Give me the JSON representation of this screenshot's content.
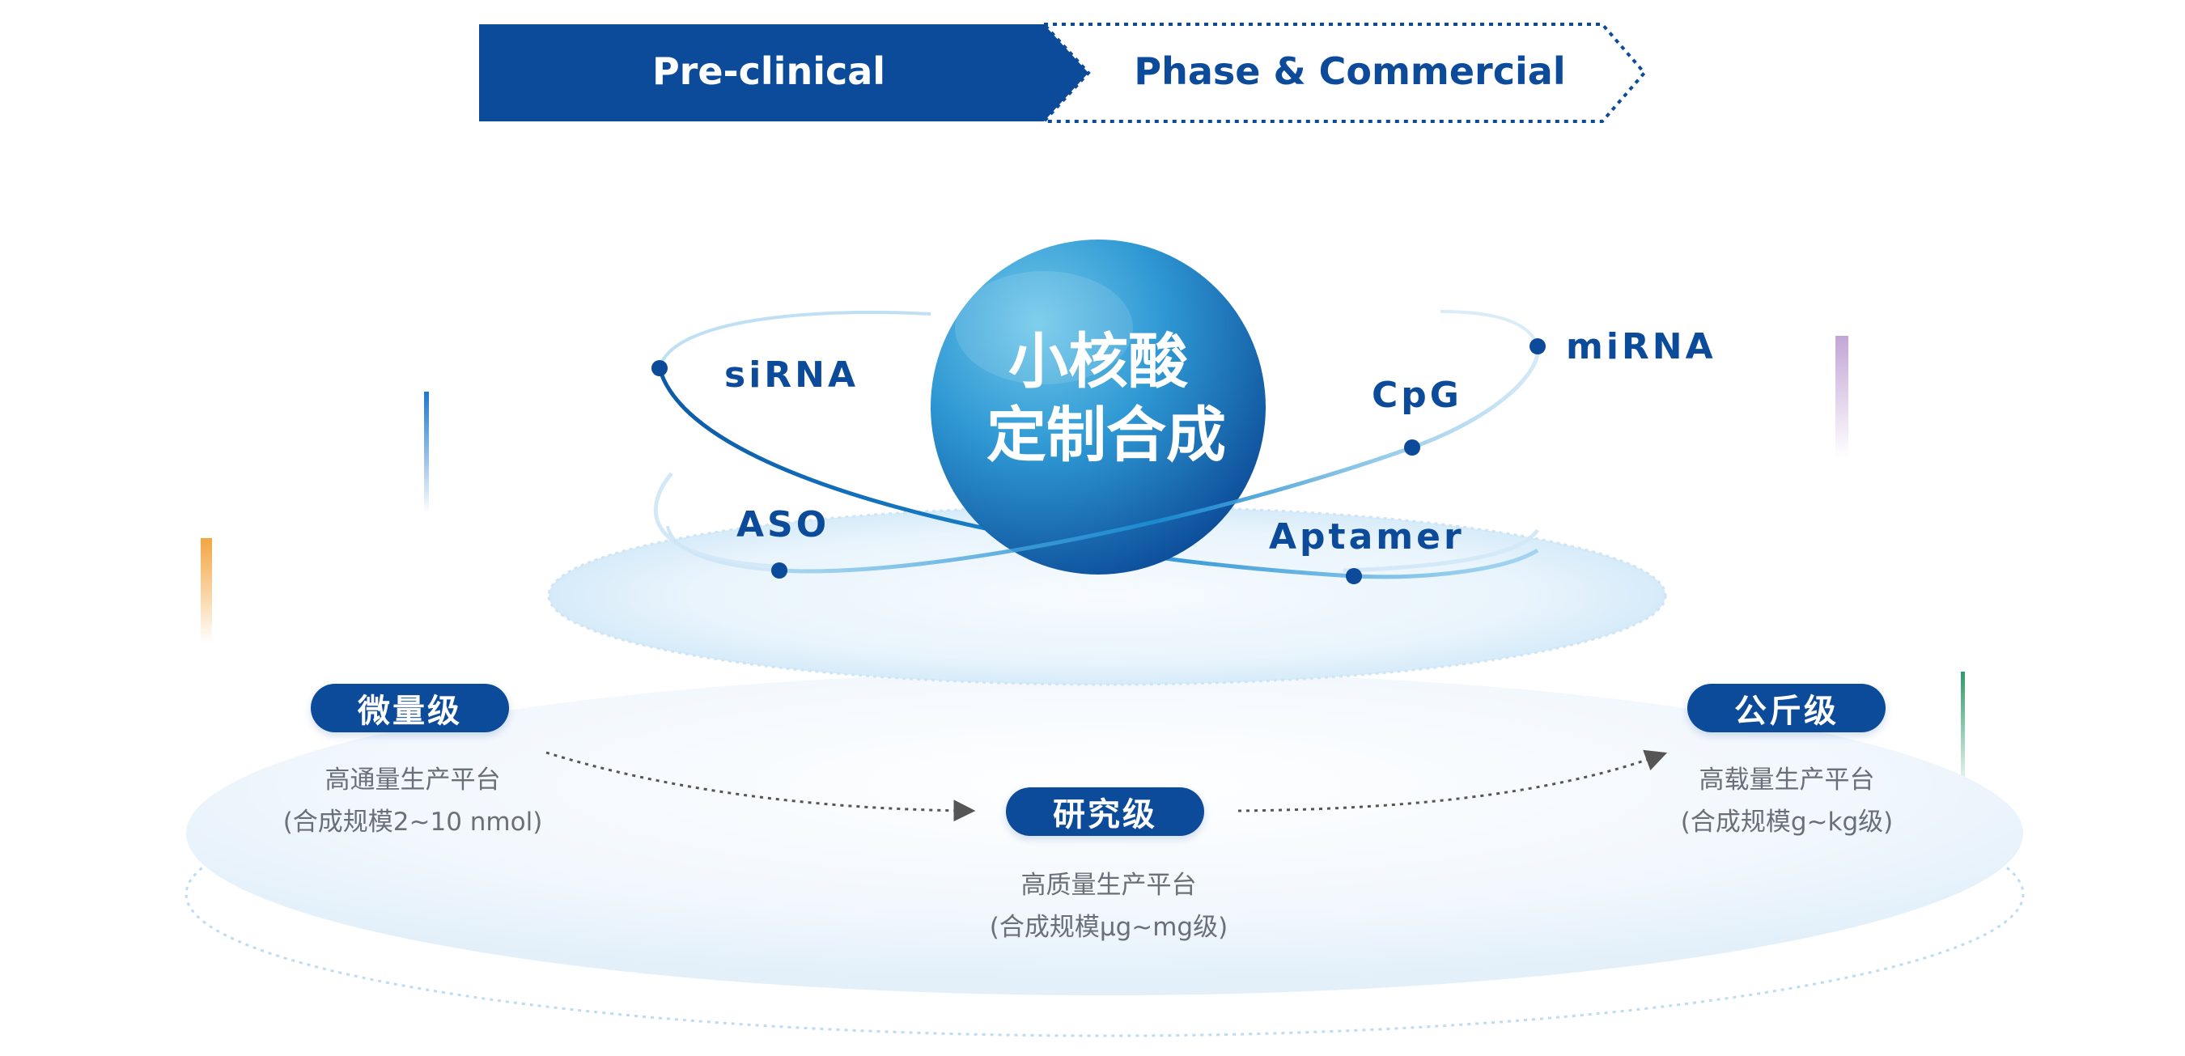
{
  "header": {
    "stage_1": "Pre-clinical",
    "stage_2": "Phase & Commercial"
  },
  "center": {
    "line_1": "小核酸",
    "line_2": "定制合成"
  },
  "modalities": {
    "sirna": "siRNA",
    "aso": "ASO",
    "cpg": "CpG",
    "mirna": "miRNA",
    "aptamer": "Aptamer"
  },
  "scales": {
    "micro": {
      "label": "微量级",
      "line_1": "高通量生产平台",
      "line_2": "(合成规模2~10 nmol)"
    },
    "research": {
      "label": "研究级",
      "line_1": "高质量生产平台",
      "line_2": "(合成规模μg~mg级)"
    },
    "kilo": {
      "label": "公斤级",
      "line_1": "高载量生产平台",
      "line_2": "(合成规模g~kg级)"
    }
  },
  "colors": {
    "primary": "#0c4a9a",
    "orbit": "#1a7fc4",
    "text_gray": "#6a6f78",
    "accent_orange": "#f3a541",
    "accent_blue": "#1f77c9",
    "accent_purple": "#c3a5d6",
    "accent_green": "#2e9a6a"
  }
}
